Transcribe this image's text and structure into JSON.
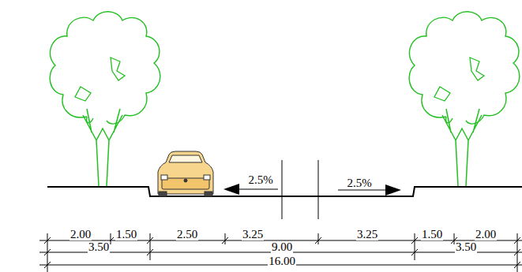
{
  "diagram": {
    "labels": [
      "2.5%",
      "2.5%",
      "2.00",
      "1.50",
      "2.50",
      "3.25",
      "3.25",
      "1.50",
      "2.00",
      "3.50",
      "9.00",
      "3.50",
      "16.00"
    ]
  }
}
